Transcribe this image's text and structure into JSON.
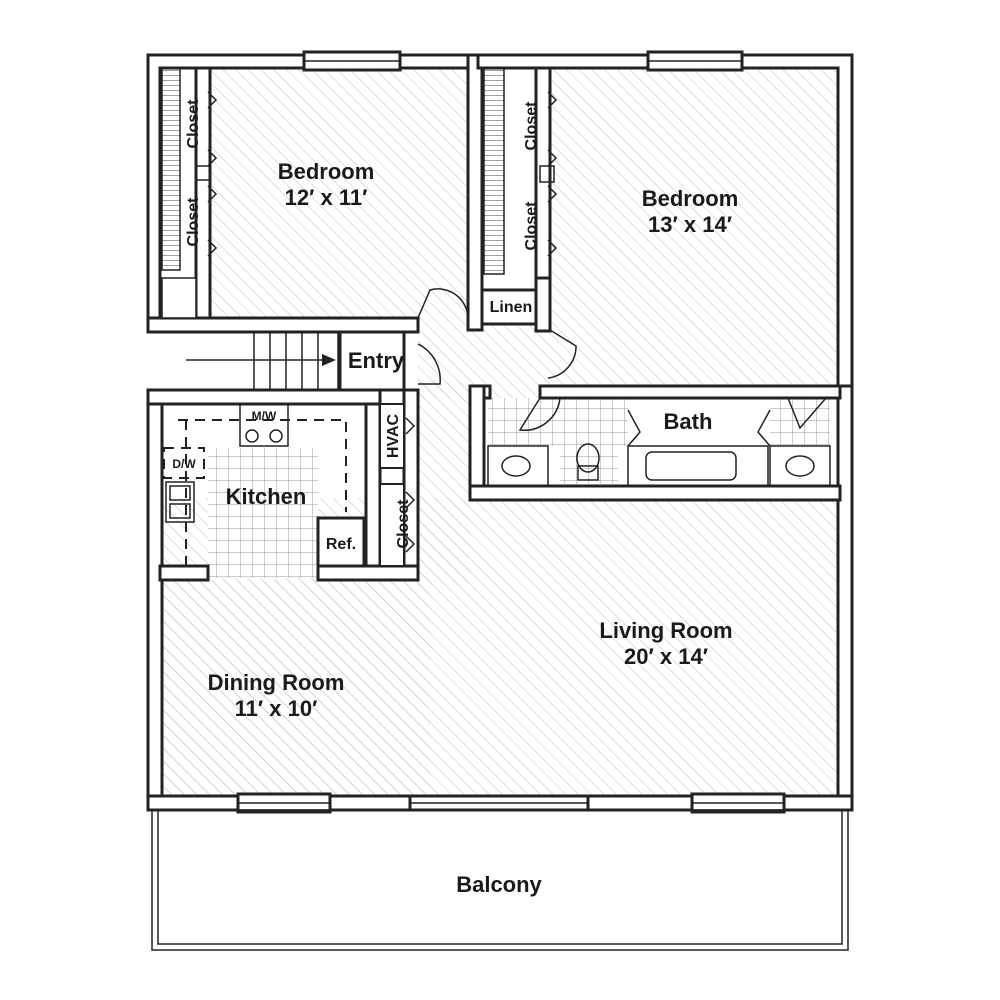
{
  "rooms": {
    "bedroom1": {
      "name": "Bedroom",
      "size": "12′ x 11′"
    },
    "bedroom2": {
      "name": "Bedroom",
      "size": "13′ x 14′"
    },
    "living": {
      "name": "Living Room",
      "size": "20′ x 14′"
    },
    "dining": {
      "name": "Dining Room",
      "size": "11′ x 10′"
    },
    "kitchen": {
      "name": "Kitchen"
    },
    "bath": {
      "name": "Bath"
    },
    "entry": {
      "name": "Entry"
    },
    "balcony": {
      "name": "Balcony"
    }
  },
  "labels": {
    "closet": "Closet",
    "linen": "Linen",
    "hvac": "HVAC",
    "ref": "Ref.",
    "mw": "M/W",
    "dw": "D/W"
  },
  "colors": {
    "wall": "#222222",
    "floor_hatch": "#c8c8c8",
    "tile_grid": "#9a9a9a",
    "background": "#ffffff"
  }
}
